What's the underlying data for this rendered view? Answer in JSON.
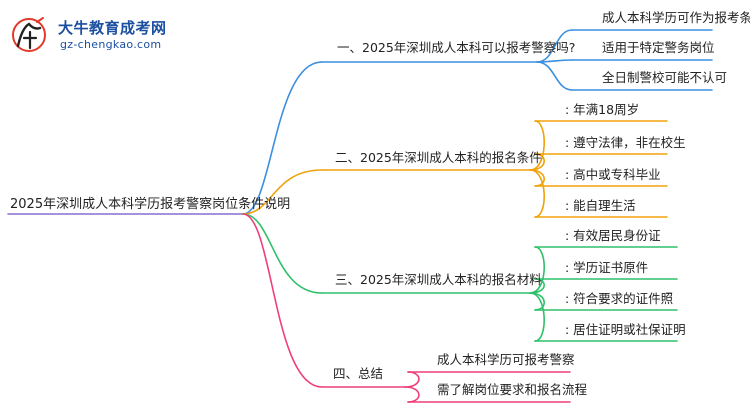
{
  "logo": {
    "name": "大牛教育成考网",
    "url": "gz-chengkao.com",
    "icon": "bull-logo-icon"
  },
  "colors": {
    "branch1": "#3b8fe0",
    "branch2": "#f0a20a",
    "branch3": "#2ec16a",
    "branch4": "#ee3f78"
  },
  "root": "2025年深圳成人本科学历报考警察岗位条件说明",
  "branches": [
    {
      "label": "一、2025年深圳成人本科可以报考警察吗?",
      "children": [
        "成人本科学历可作为报考条件",
        "适用于特定警务岗位",
        "全日制警校可能不认可"
      ]
    },
    {
      "label": "二、2025年深圳成人本科的报名条件",
      "children": [
        ": 年满18周岁",
        ": 遵守法律，非在校生",
        ": 高中或专科毕业",
        ": 能自理生活"
      ]
    },
    {
      "label": "三、2025年深圳成人本科的报名材料",
      "children": [
        ": 有效居民身份证",
        ": 学历证书原件",
        ": 符合要求的证件照",
        ": 居住证明或社保证明"
      ]
    },
    {
      "label": "四、总结",
      "children": [
        "成人本科学历可报考警察",
        "需了解岗位要求和报名流程"
      ]
    }
  ]
}
